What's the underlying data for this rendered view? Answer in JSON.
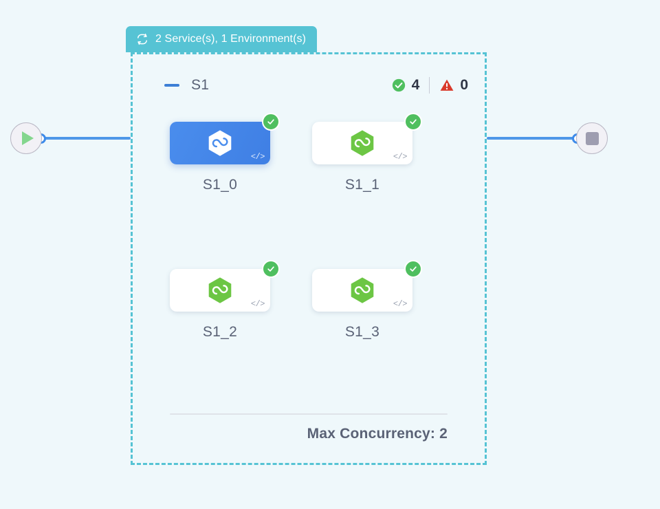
{
  "canvas": {
    "background_color": "#eff8fb"
  },
  "terminals": {
    "start": {
      "icon": "play-icon",
      "label": "Start"
    },
    "end": {
      "icon": "stop-icon",
      "label": "Stop"
    }
  },
  "group": {
    "tab": {
      "icon": "loop-icon",
      "title": "2 Service(s), 1 Environment(s)",
      "background_color": "#56c3d4",
      "text_color": "#ffffff"
    },
    "border_color": "#56c3d4",
    "header": {
      "collapse_icon": "minus-icon",
      "name": "S1",
      "status": {
        "success": {
          "icon": "check-circle-icon",
          "count": "4",
          "color": "#4fbf5f"
        },
        "error": {
          "icon": "warning-triangle-icon",
          "count": "0",
          "color": "#d93a2b"
        }
      }
    },
    "nodes": [
      {
        "label": "S1_0",
        "selected": true,
        "logo": "hexagon-loop-icon",
        "logo_color": "#ffffff",
        "status_icon": "check-circle-icon",
        "code_badge": "</>"
      },
      {
        "label": "S1_1",
        "selected": false,
        "logo": "hexagon-loop-icon",
        "logo_color": "#6cc644",
        "status_icon": "check-circle-icon",
        "code_badge": "</>"
      },
      {
        "label": "S1_2",
        "selected": false,
        "logo": "hexagon-loop-icon",
        "logo_color": "#6cc644",
        "status_icon": "check-circle-icon",
        "code_badge": "</>"
      },
      {
        "label": "S1_3",
        "selected": false,
        "logo": "hexagon-loop-icon",
        "logo_color": "#6cc644",
        "status_icon": "check-circle-icon",
        "code_badge": "</>"
      }
    ],
    "footer": {
      "text": "Max Concurrency: 2"
    }
  }
}
